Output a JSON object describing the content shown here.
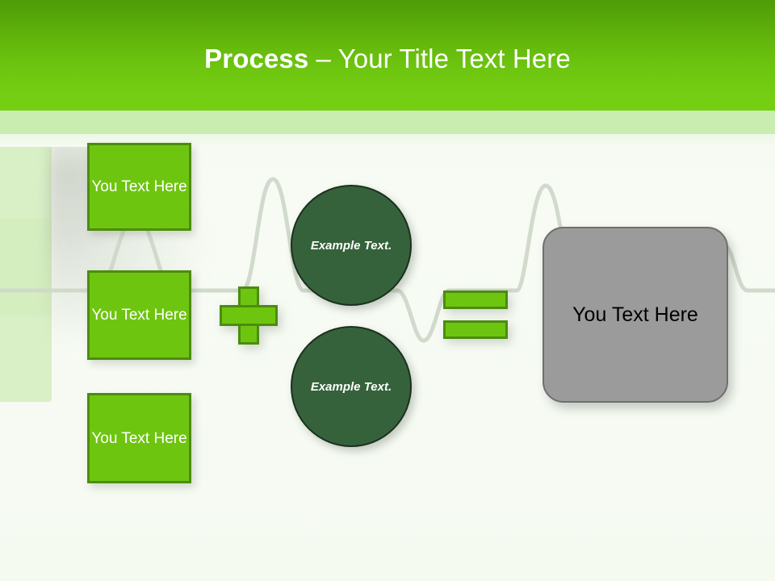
{
  "slide": {
    "title": {
      "bold_part": "Process",
      "rest_part": " – Your Title Text Here"
    },
    "theme": {
      "header_green_top": "#4f9c08",
      "header_green_bottom": "#74ce12",
      "header_subband": "#c9ecb0",
      "accent_green": "#6ec510",
      "accent_green_border": "#4c8c10",
      "dark_green": "#35623a",
      "dark_green_border": "#1d2f20",
      "grey_fill": "#9b9b9b",
      "grey_border": "#6f6f6f",
      "body_background": "#f6faf2",
      "watermark_green": "#d4edbe",
      "waveform_color": "#c9d3c4"
    },
    "input_boxes": [
      {
        "label": "You Text Here"
      },
      {
        "label": "You Text Here"
      },
      {
        "label": "You Text Here"
      }
    ],
    "operators": {
      "plus": "plus-operator",
      "equals": "equals-operator"
    },
    "circles": [
      {
        "label": "Example Text."
      },
      {
        "label": "Example Text."
      }
    ],
    "result": {
      "label": "You Text Here"
    },
    "decorations": {
      "watermark": "cross-watermark",
      "waveform": "ekg-waveform-line"
    }
  }
}
